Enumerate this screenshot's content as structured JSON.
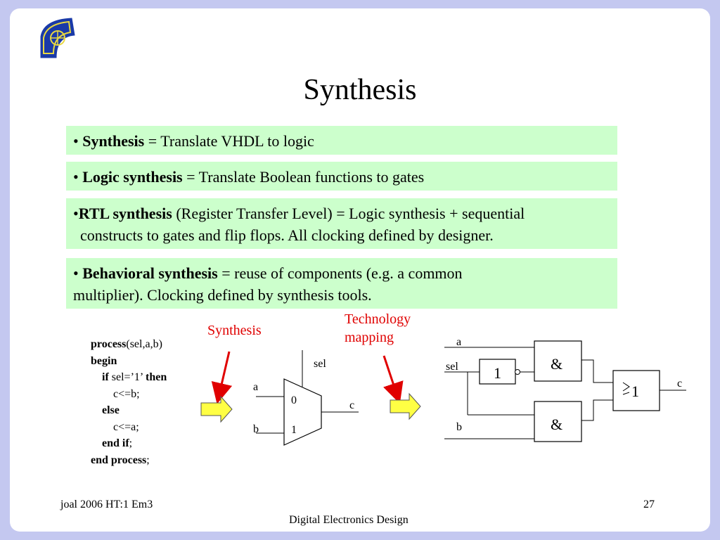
{
  "slide": {
    "title": "Synthesis",
    "bullets": [
      {
        "marker": "•",
        "term": "Synthesis",
        "rest": " = Translate VHDL to logic"
      },
      {
        "marker": "•",
        "term": "Logic synthesis",
        "rest": " = Translate Boolean functions to gates"
      },
      {
        "marker": "•",
        "term": "RTL synthesis",
        "rest_line1": " (Register Transfer Level) = Logic synthesis + sequential",
        "rest_line2": "constructs to gates and flip flops. All clocking defined by designer."
      },
      {
        "marker": "•",
        "term": "Behavioral synthesis",
        "rest_line1": " = reuse of components (e.g. a common",
        "rest_line2": "multiplier). Clocking defined by synthesis tools."
      }
    ]
  },
  "code": {
    "line1_kw": "process",
    "line1_rest": "(sel,a,b)",
    "line2_kw": "begin",
    "line3_kw": "if",
    "line3_mid": " sel=’1’ ",
    "line3_kw2": "then",
    "line4": "c<=b;",
    "line5_kw": "else",
    "line6": "c<=a;",
    "line7_kw": "end if",
    "line7_rest": ";",
    "line8_kw": "end process",
    "line8_rest": ";"
  },
  "labels": {
    "synthesis": "Synthesis",
    "tech_line1": "Technology",
    "tech_line2": "mapping"
  },
  "mux": {
    "sel": "sel",
    "a": "a",
    "b": "b",
    "c": "c",
    "in0": "0",
    "in1": "1"
  },
  "gates": {
    "a": "a",
    "sel": "sel",
    "b": "b",
    "c": "c",
    "not_label": "1",
    "and_label": "&",
    "or_label": "1"
  },
  "footer": {
    "left": "joal 2006 HT:1 Em3",
    "center": "Digital Electronics Design",
    "page": "27"
  },
  "colors": {
    "background": "#c4c8f0",
    "box": "#ccffcc",
    "accent_red": "#e00000",
    "arrow_fill": "#ffff44",
    "logo_blue": "#1a3aa8"
  }
}
